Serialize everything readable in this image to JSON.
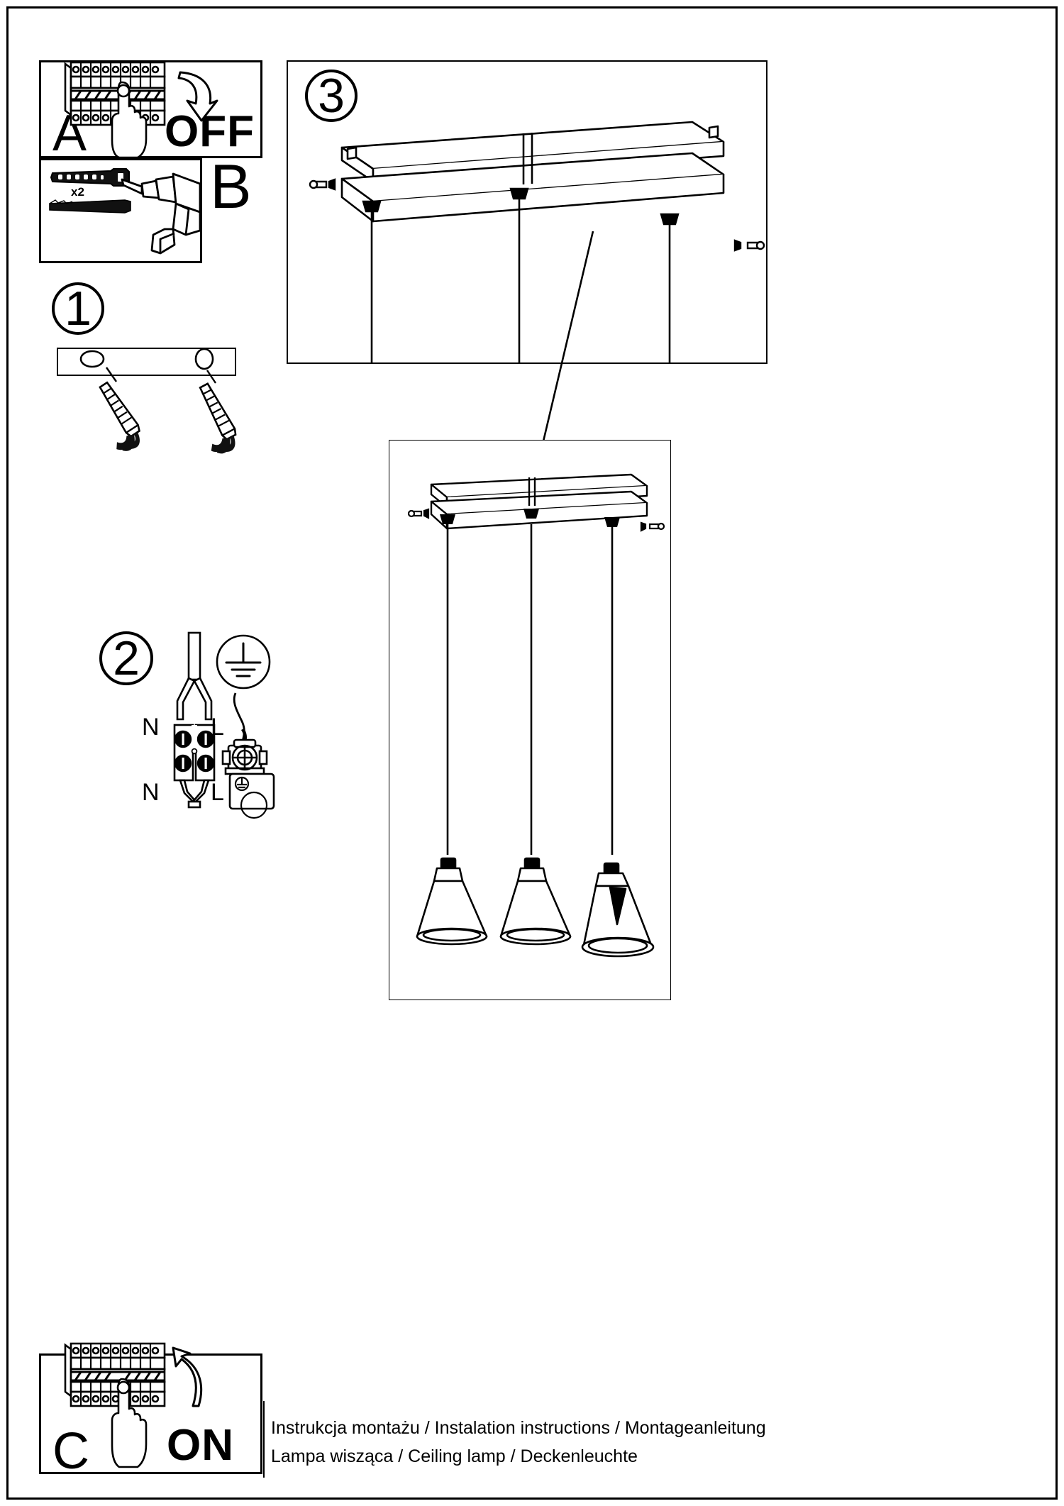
{
  "document": {
    "type": "installation-instruction-sheet",
    "product": "Lampa wisząca / Ceiling lamp / Deckenleuchte",
    "caption_line_1": "Instrukcja montażu / Instalation instructions / Montageanleitung",
    "caption_line_2": "Lampa wisząca / Ceiling lamp / Deckenleuchte"
  },
  "panels": {
    "a": {
      "letter": "A",
      "word": "OFF",
      "icon_breaker": "circuit-breaker-icon",
      "icon_hand": "pointing-hand-icon",
      "icon_arrow": "curved-arrow-down-icon"
    },
    "b": {
      "letter": "B",
      "quantity_label": "x2",
      "icon_wall_plug": "wall-plug-icon",
      "icon_screw": "screw-icon",
      "icon_drill": "power-drill-icon"
    },
    "c": {
      "letter": "C",
      "word": "ON",
      "icon_breaker": "circuit-breaker-icon",
      "icon_hand": "pointing-hand-icon",
      "icon_arrow": "curved-arrow-up-icon"
    }
  },
  "steps": [
    {
      "number": "1",
      "title_icon": "step-1-circle",
      "description_icons": [
        "mounting-bracket-icon",
        "wall-plug-icon",
        "screw-icon"
      ]
    },
    {
      "number": "2",
      "title_icon": "step-2-circle",
      "terminal_labels_top": {
        "left": "N",
        "right": "L"
      },
      "terminal_labels_bottom": {
        "left": "N",
        "right": "L"
      },
      "earth_symbol": "earth-ground-icon",
      "earth_terminal": "earth-terminal-clamp-icon"
    },
    {
      "number": "3",
      "title_icon": "step-3-circle",
      "description_icons": [
        "canopy-bar-icon",
        "pendant-cable-icon",
        "fixing-screw-icon"
      ]
    }
  ],
  "fixture": {
    "name": "3-light linear pendant",
    "shade_count": 3,
    "icon_shade": "cone-shade-icon",
    "icon_bar": "ceiling-bar-icon"
  },
  "colors": {
    "line": "#000000",
    "background": "#ffffff"
  }
}
